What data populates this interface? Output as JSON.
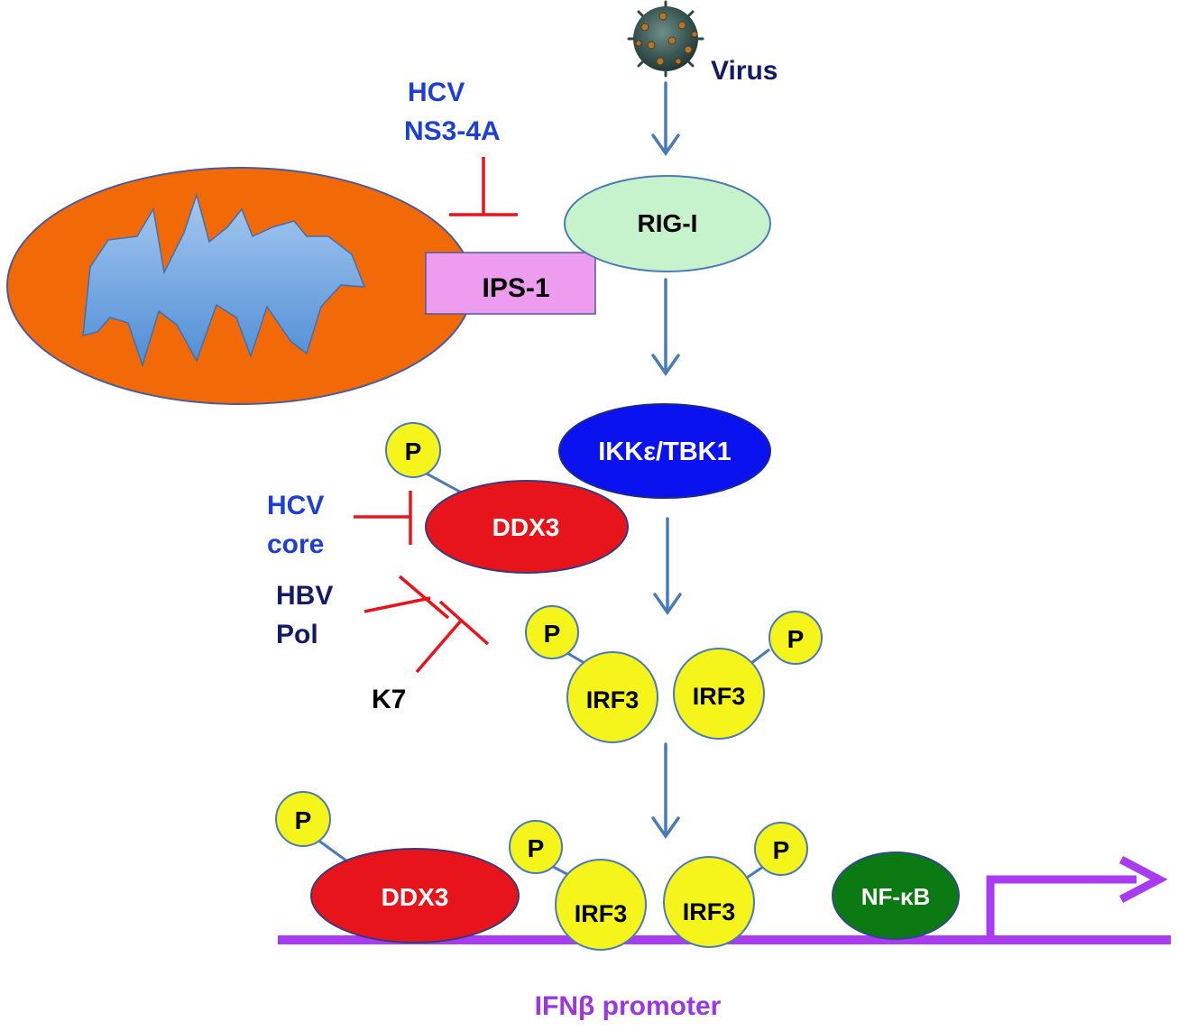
{
  "labels": {
    "virus": "Virus",
    "hcv_ns3_line1": "HCV",
    "hcv_ns3_line2": "NS3-4A",
    "rig_i": "RIG-I",
    "ips_1": "IPS-1",
    "ikk_tbk1": "IKKε/TBK1",
    "p": "P",
    "ddx3": "DDX3",
    "hcv_core_line1": "HCV",
    "hcv_core_line2": "core",
    "hbv_pol_line1": "HBV",
    "hbv_pol_line2": "Pol",
    "k7": "K7",
    "irf3": "IRF3",
    "nf_kb": "NF-κB",
    "promoter": "IFNβ promoter"
  },
  "colors": {
    "arrow": "#4a7ab8",
    "inhibitor": "#e8141c",
    "mitochondrion_outer": "#f26a07",
    "mitochondrion_inner": "#6ea7e0",
    "rig_i_fill": "#c6f3cc",
    "ips_1_fill": "#ee9cf0",
    "ikk_tbk1_fill": "#0b12f0",
    "ddx3_fill": "#e8141c",
    "phospho_fill": "#f5f51c",
    "irf3_fill": "#f5f51c",
    "nf_kb_fill": "#0c7a12",
    "promoter_line": "#a93cf0"
  },
  "icons": {
    "virus": "virus-icon"
  }
}
